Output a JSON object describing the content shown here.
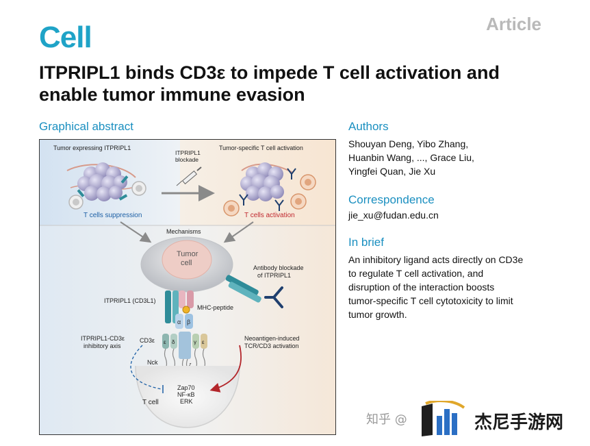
{
  "header": {
    "journal_logo": "Cell",
    "article_type": "Article",
    "title": "ITPRIPL1 binds CD3ε to impede T cell activation and enable tumor immune evasion"
  },
  "graphical_abstract": {
    "heading": "Graphical abstract",
    "labels": {
      "top_left_title": "Tumor expressing ITPRIPL1",
      "blockade_line1": "ITPRIPL1",
      "blockade_line2": "blockade",
      "top_right_title": "Tumor-specific T cell activation",
      "suppression": "T cells suppression",
      "activation": "T cells activation",
      "mechanisms": "Mechanisms",
      "tumor_line1": "Tumor",
      "tumor_line2": "cell",
      "antibody_line1": "Antibody blockade",
      "antibody_line2": "of ITPRIPL1",
      "itpripl1": "ITPRIPL1 (CD3L1)",
      "mhc": "MHC-peptide",
      "alpha": "α",
      "beta": "β",
      "cd3e": "CD3ε",
      "eps": "ε",
      "delta": "δ",
      "gamma": "γ",
      "zeta": "ζ",
      "axis_line1": "ITPRIPL1-CD3ε",
      "axis_line2": "inhibitory axis",
      "neo_line1": "Neoantigen-induced",
      "neo_line2": "TCR/CD3 activation",
      "nck": "Nck",
      "zap70": "Zap70",
      "nfkb": "NF-κB",
      "erk": "ERK",
      "tcell": "T cell"
    },
    "colors": {
      "left_bg": "#dde8f3",
      "right_bg": "#f8eadb",
      "teal": "#2f8c99",
      "navy": "#1f3f6e",
      "red_arrow": "#b3262b",
      "blue_text": "#1c5fa5",
      "red_text": "#c0282f"
    }
  },
  "authors": {
    "heading": "Authors",
    "line1": "Shouyan Deng, Yibo Zhang,",
    "line2": "Huanbin Wang, ..., Grace Liu,",
    "line3": "Yingfei Quan, Jie Xu"
  },
  "correspondence": {
    "heading": "Correspondence",
    "email": "jie_xu@fudan.edu.cn"
  },
  "in_brief": {
    "heading": "In brief",
    "line1": "An inhibitory ligand acts directly on CD3e",
    "line2": "to regulate T cell activation, and",
    "line3": "disruption of the interaction boosts",
    "line4": "tumor-specific T cell cytotoxicity to limit",
    "line5": "tumor growth."
  },
  "watermark": {
    "text": "知乎 @",
    "site_name": "杰尼手游网"
  }
}
